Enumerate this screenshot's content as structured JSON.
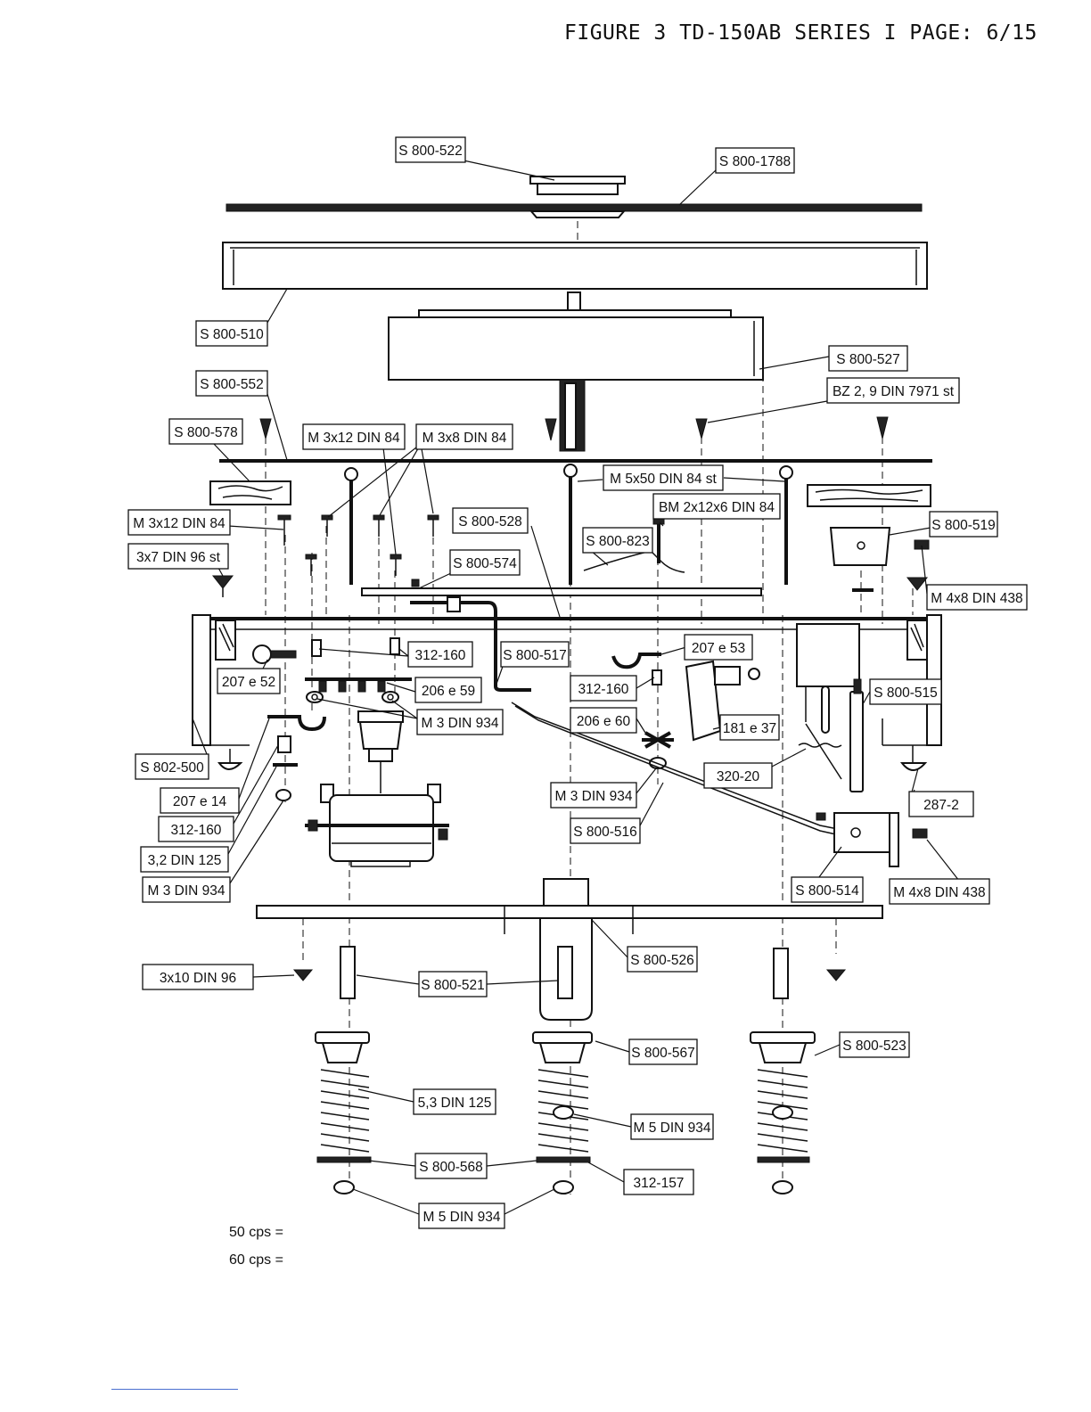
{
  "header": {
    "title": "FIGURE 3 TD-150AB SERIES I  PAGE: 6/15"
  },
  "labels": [
    "S 800-522",
    "S 800-1788",
    "S 800-510",
    "S 800-527",
    "BZ 2, 9 DIN 7971 st",
    "S 800-552",
    "S 800-578",
    "M 3x12 DIN 84",
    "M 3x8 DIN 84",
    "M 5x50 DIN 84 st",
    "BM 2x12x6 DIN 84",
    "S 800-519",
    "M 3x12 DIN 84",
    "S 800-528",
    "S 800-823",
    "3x7 DIN 96 st",
    "S 800-574",
    "M 4x8 DIN 438",
    "312-160",
    "S 800-517",
    "207 e 53",
    "207 e 52",
    "206 e 59",
    "312-160",
    "S 800-515",
    "M 3 DIN 934",
    "206 e 60",
    "181 e 37",
    "S 802-500",
    "320-20",
    "207 e 14",
    "M 3 DIN 934",
    "287-2",
    "312-160",
    "S 800-516",
    "3,2 DIN 125",
    "M 3 DIN 934",
    "S 800-514",
    "M 4x8 DIN 438",
    "S 800-526",
    "3x10 DIN 96",
    "S 800-521",
    "S 800-567",
    "S 800-523",
    "5,3 DIN 125",
    "M 5 DIN 934",
    "S 800-568",
    "312-157",
    "M 5 DIN 934"
  ],
  "footer": {
    "cps_50": "50 cps =",
    "cps_60": "60 cps ="
  }
}
